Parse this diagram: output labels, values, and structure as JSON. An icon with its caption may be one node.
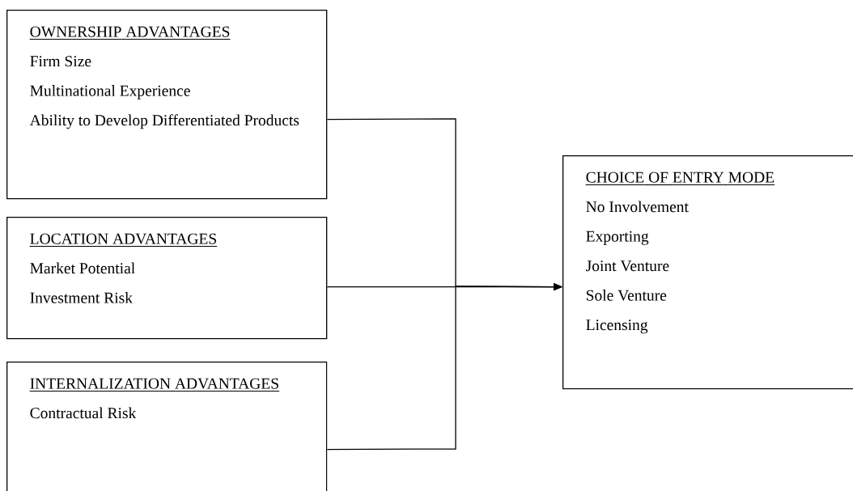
{
  "diagram": {
    "nodes": [
      {
        "text": [
          "OWNERSHIP ADVANTAGES",
          "Firm Size",
          "Multinational Experience",
          "Ability to Develop Differentiated Products"
        ]
      },
      {
        "text": [
          "LOCATION ADVANTAGES",
          "Market Potential",
          "Investment Risk"
        ]
      },
      {
        "text": [
          "INTERNALIZATION ADVANTAGES",
          "Contractual Risk"
        ]
      },
      {
        "text": [
          "CHOICE OF ENTRY MODE",
          "No Involvement",
          "Exporting",
          "Joint Venture",
          "Sole Venture",
          "Licensing"
        ]
      }
    ],
    "edges": [
      {
        "from": 0,
        "to": 3,
        "arrow": "to"
      },
      {
        "from": 1,
        "to": 3,
        "arrow": "to"
      },
      {
        "from": 2,
        "to": 3,
        "arrow": "to"
      }
    ]
  }
}
